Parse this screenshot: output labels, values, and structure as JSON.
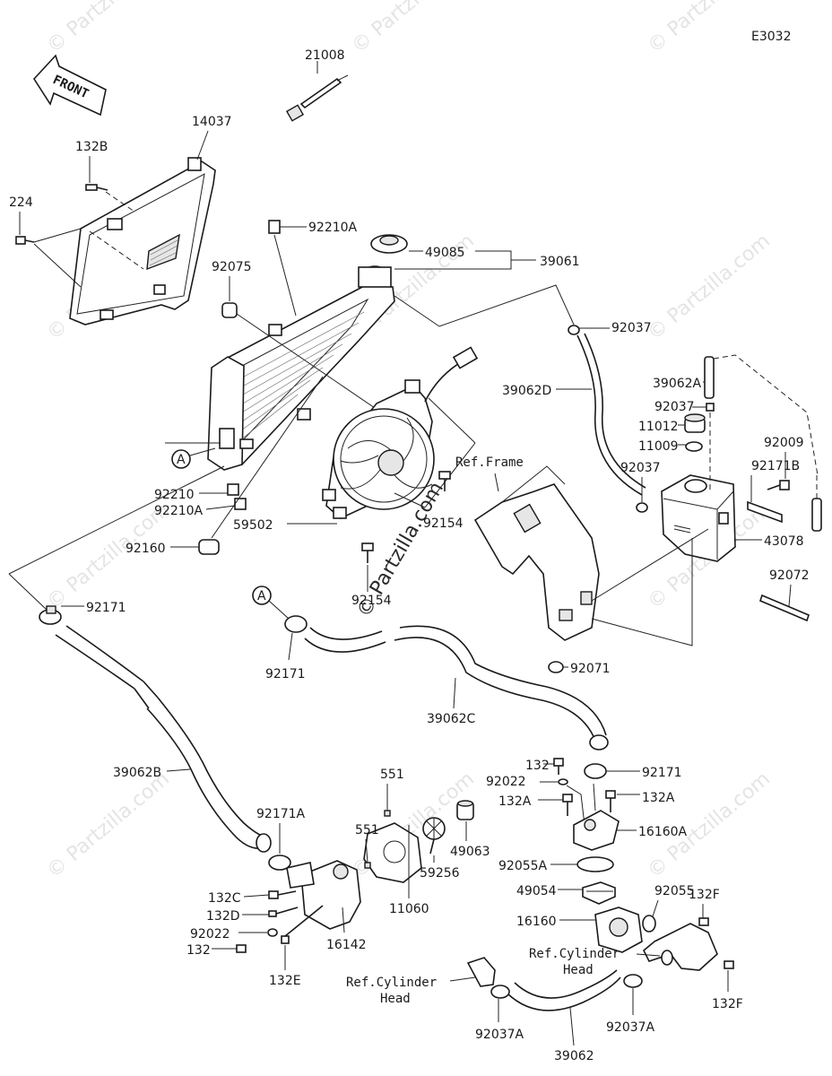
{
  "diagram_code": "E3032",
  "front_label": "FRONT",
  "watermark": "© Partzilla.com",
  "labels": {
    "p21008": "21008",
    "p14037": "14037",
    "p132B": "132B",
    "p224": "224",
    "p92210A_top": "92210A",
    "p49085": "49085",
    "p39061": "39061",
    "p92075": "92075",
    "p92037_top": "92037",
    "p39062A": "39062A",
    "p92037_tank": "92037",
    "p11012": "11012",
    "p11009": "11009",
    "p92009": "92009",
    "p39062D": "39062D",
    "p92037_mid": "92037",
    "p92171B": "92171B",
    "p43078": "43078",
    "p92072": "92072",
    "p92210": "92210",
    "p92210A_low": "92210A",
    "p59502": "59502",
    "p92160": "92160",
    "p92154a": "92154",
    "p92154b": "92154",
    "p92171_left": "92171",
    "p92171_mid": "92171",
    "p92071": "92071",
    "p39062C": "39062C",
    "p39062B": "39062B",
    "p132_tstat": "132",
    "p92022_tstat": "92022",
    "p132A_left": "132A",
    "p132A_right": "132A",
    "p92171_tstat": "92171",
    "p16160A": "16160A",
    "p551_top": "551",
    "p551_low": "551",
    "p49063": "49063",
    "p59256": "59256",
    "p11060": "11060",
    "p92171A": "92171A",
    "p92055A": "92055A",
    "p49054": "49054",
    "p92055": "92055",
    "p132F_top": "132F",
    "p132F_bot": "132F",
    "p16160": "16160",
    "p132C": "132C",
    "p132D": "132D",
    "p92022_pump": "92022",
    "p132_pump": "132",
    "p16142": "16142",
    "p132E": "132E",
    "p92037A_left": "92037A",
    "p92037A_right": "92037A",
    "p39062": "39062"
  },
  "refs": {
    "frame": "Ref.Frame",
    "cyl_head_left_1": "Ref.Cylinder",
    "cyl_head_left_2": "Head",
    "cyl_head_right_1": "Ref.Cylinder",
    "cyl_head_right_2": "Head"
  },
  "callout_marker": "A"
}
